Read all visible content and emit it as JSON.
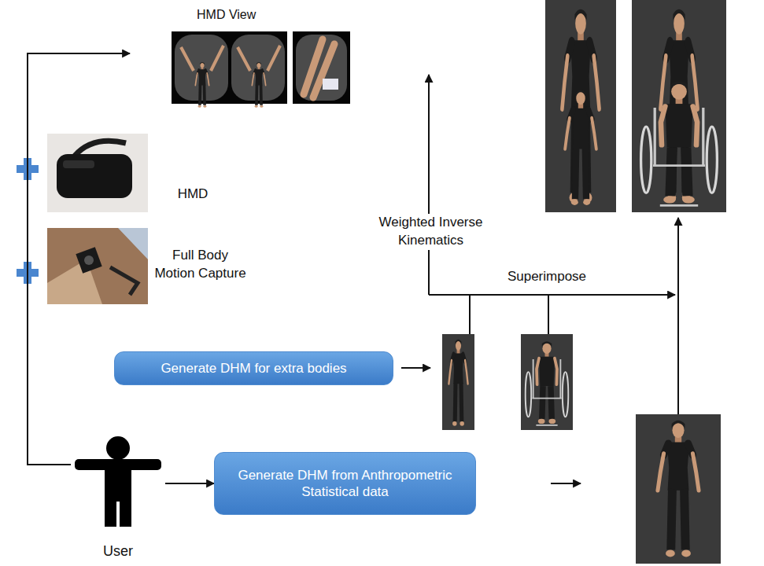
{
  "diagram": {
    "nodes": [
      {
        "text": [
          "HMD View"
        ]
      },
      {
        "text": [
          "Generate DHM for extra bodies"
        ]
      },
      {
        "text": [
          "User"
        ]
      },
      {
        "text": [
          "Generate DHM from Anthropometric Statistical data"
        ]
      }
    ],
    "edges": [
      {
        "from": 2,
        "to": 0,
        "arrow": "to"
      },
      {
        "from": 2,
        "to": 3,
        "arrow": "to"
      }
    ],
    "labels": [
      "HMD",
      "Full Body Motion Capture",
      "Weighted Inverse Kinematics",
      "Superimpose"
    ]
  }
}
